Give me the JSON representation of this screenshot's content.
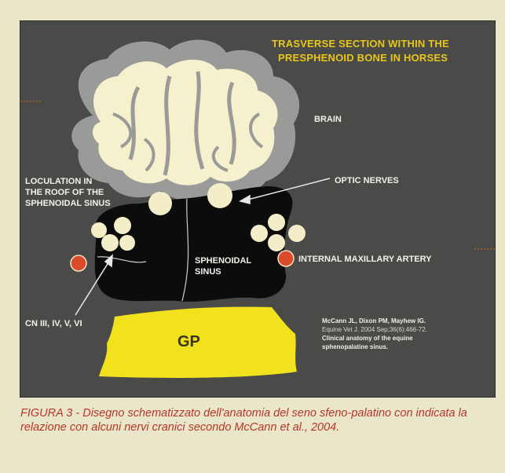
{
  "figure": {
    "title_line1": "TRASVERSE SECTION WITHIN THE",
    "title_line2": "PRESPHENOID BONE IN HORSES",
    "labels": {
      "brain": "BRAIN",
      "optic_nerves": "OPTIC NERVES",
      "loculation_line1": "LOCULATION IN",
      "loculation_line2": "THE ROOF OF THE",
      "loculation_line3": "SPHENOIDAL SINUS",
      "sphenoidal_line1": "SPHENOIDAL",
      "sphenoidal_line2": "SINUS",
      "internal_maxillary_artery": "INTERNAL MAXILLARY  ARTERY",
      "cranial_nerves": "CN III, IV, V, VI",
      "gp": "GP"
    },
    "citation": {
      "line1": "McCann JL, Dixon PM, Mayhew IG.",
      "line2": "Equine Vet J. 2004 Sep;36(6):466-72.",
      "line3": "Clinical anatomy of the equine",
      "line4": "sphenopalatine sinus."
    },
    "colors": {
      "panel_bg": "#4a4a48",
      "brain_outer": "#9a9a98",
      "brain_inner": "#f5f1cf",
      "sinus": "#0c0c0c",
      "nerves": "#f3edc8",
      "artery": "#d94b2a",
      "gp": "#f2e21e",
      "title": "#e8c61a"
    }
  },
  "caption": "FIGURA 3 - Disegno schematizzato dell'anatomia del seno sfeno-palatino con indicata la relazione con alcuni nervi cranici secondo McCann et al., 2004."
}
